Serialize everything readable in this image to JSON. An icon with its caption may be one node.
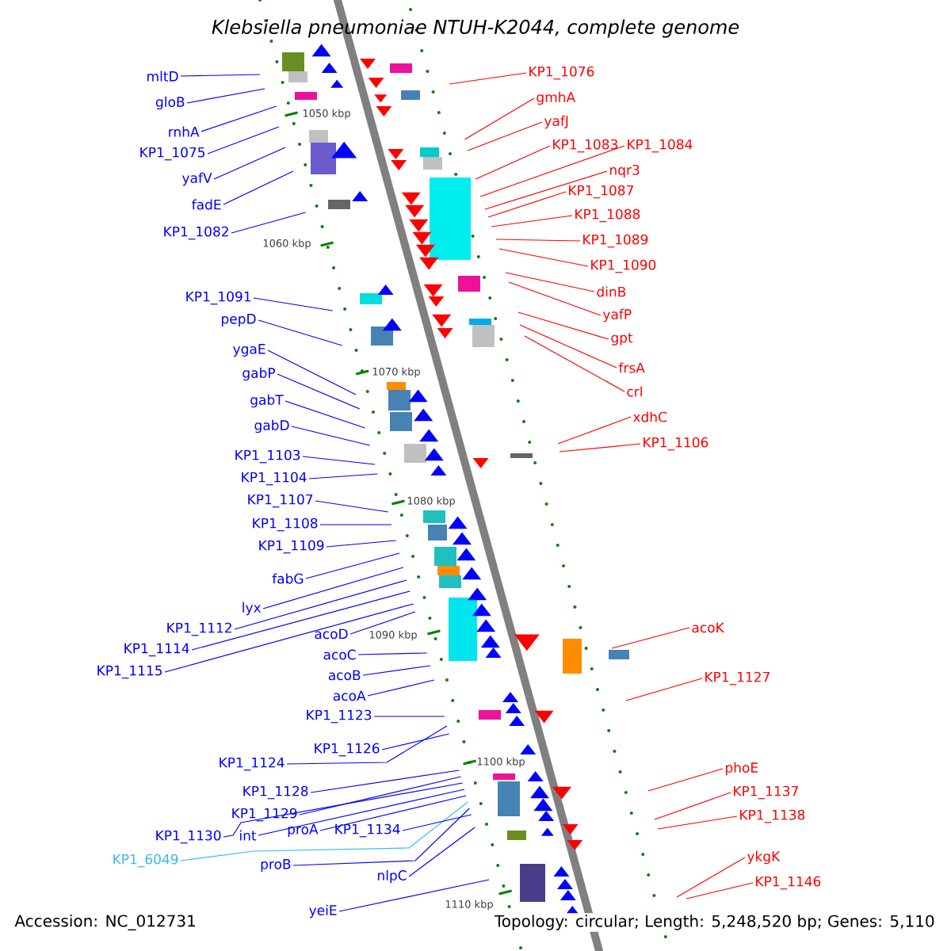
{
  "diagram": {
    "title": "Klebsiella pneumoniae NTUH-K2044, complete genome",
    "nodes": [
      {
        "text": [
          "mltD"
        ]
      },
      {
        "text": [
          "gloB"
        ]
      },
      {
        "text": [
          "rnhA"
        ]
      },
      {
        "text": [
          "KP1_1075"
        ]
      },
      {
        "text": [
          "yafV"
        ]
      },
      {
        "text": [
          "fadE"
        ]
      },
      {
        "text": [
          "KP1_1082"
        ]
      },
      {
        "text": [
          "KP1_1091"
        ]
      },
      {
        "text": [
          "pepD"
        ]
      },
      {
        "text": [
          "ygaE"
        ]
      },
      {
        "text": [
          "gabP"
        ]
      },
      {
        "text": [
          "gabT"
        ]
      },
      {
        "text": [
          "gabD"
        ]
      },
      {
        "text": [
          "KP1_1103"
        ]
      },
      {
        "text": [
          "KP1_1104"
        ]
      },
      {
        "text": [
          "KP1_1107"
        ]
      },
      {
        "text": [
          "KP1_1108"
        ]
      },
      {
        "text": [
          "KP1_1109"
        ]
      },
      {
        "text": [
          "fabG"
        ]
      },
      {
        "text": [
          "lyx"
        ]
      },
      {
        "text": [
          "KP1_1112"
        ]
      },
      {
        "text": [
          "KP1_1114"
        ]
      },
      {
        "text": [
          "KP1_1115"
        ]
      },
      {
        "text": [
          "acoD"
        ]
      },
      {
        "text": [
          "acoC"
        ]
      },
      {
        "text": [
          "acoB"
        ]
      },
      {
        "text": [
          "acoA"
        ]
      },
      {
        "text": [
          "KP1_1123"
        ]
      },
      {
        "text": [
          "KP1_1124"
        ]
      },
      {
        "text": [
          "KP1_1126"
        ]
      },
      {
        "text": [
          "KP1_1128"
        ]
      },
      {
        "text": [
          "KP1_1129"
        ]
      },
      {
        "text": [
          "KP1_1130"
        ]
      },
      {
        "text": [
          "int"
        ]
      },
      {
        "text": [
          "proA"
        ]
      },
      {
        "text": [
          "KP1_6049"
        ]
      },
      {
        "text": [
          "proB"
        ]
      },
      {
        "text": [
          "KP1_1134"
        ]
      },
      {
        "text": [
          "nlpC"
        ]
      },
      {
        "text": [
          "yeiE"
        ]
      },
      {
        "text": [
          "KP1_1076"
        ]
      },
      {
        "text": [
          "gmhA"
        ]
      },
      {
        "text": [
          "yafJ"
        ]
      },
      {
        "text": [
          "KP1_1083"
        ]
      },
      {
        "text": [
          "KP1_1084"
        ]
      },
      {
        "text": [
          "nqr3"
        ]
      },
      {
        "text": [
          "KP1_1087"
        ]
      },
      {
        "text": [
          "KP1_1088"
        ]
      },
      {
        "text": [
          "KP1_1089"
        ]
      },
      {
        "text": [
          "KP1_1090"
        ]
      },
      {
        "text": [
          "dinB"
        ]
      },
      {
        "text": [
          "yafP"
        ]
      },
      {
        "text": [
          "gpt"
        ]
      },
      {
        "text": [
          "frsA"
        ]
      },
      {
        "text": [
          "crl"
        ]
      },
      {
        "text": [
          "xdhC"
        ]
      },
      {
        "text": [
          "KP1_1106"
        ]
      },
      {
        "text": [
          "acoK"
        ]
      },
      {
        "text": [
          "KP1_1127"
        ]
      },
      {
        "text": [
          "phoE"
        ]
      },
      {
        "text": [
          "KP1_1137"
        ]
      },
      {
        "text": [
          "KP1_1138"
        ]
      },
      {
        "text": [
          "ykgK"
        ]
      },
      {
        "text": [
          "KP1_1146"
        ]
      }
    ],
    "edges": [
      {
        "from": 0,
        "to": null,
        "arrow": "none"
      },
      {
        "from": 1,
        "to": null,
        "arrow": "none"
      },
      {
        "from": 2,
        "to": null,
        "arrow": "none"
      },
      {
        "from": 3,
        "to": null,
        "arrow": "none"
      },
      {
        "from": 4,
        "to": null,
        "arrow": "none"
      },
      {
        "from": 5,
        "to": null,
        "arrow": "none"
      },
      {
        "from": 6,
        "to": null,
        "arrow": "none"
      },
      {
        "from": 7,
        "to": null,
        "arrow": "none"
      },
      {
        "from": 8,
        "to": null,
        "arrow": "none"
      },
      {
        "from": 9,
        "to": null,
        "arrow": "none"
      },
      {
        "from": 10,
        "to": null,
        "arrow": "none"
      },
      {
        "from": 11,
        "to": null,
        "arrow": "none"
      },
      {
        "from": 12,
        "to": null,
        "arrow": "none"
      },
      {
        "from": 13,
        "to": null,
        "arrow": "none"
      },
      {
        "from": 14,
        "to": null,
        "arrow": "none"
      },
      {
        "from": 15,
        "to": null,
        "arrow": "none"
      },
      {
        "from": 16,
        "to": null,
        "arrow": "none"
      },
      {
        "from": 17,
        "to": null,
        "arrow": "none"
      },
      {
        "from": 18,
        "to": null,
        "arrow": "none"
      },
      {
        "from": 19,
        "to": null,
        "arrow": "none"
      },
      {
        "from": 20,
        "to": null,
        "arrow": "none"
      },
      {
        "from": 21,
        "to": null,
        "arrow": "none"
      },
      {
        "from": 22,
        "to": null,
        "arrow": "none"
      },
      {
        "from": 23,
        "to": null,
        "arrow": "none"
      },
      {
        "from": 24,
        "to": null,
        "arrow": "none"
      },
      {
        "from": 25,
        "to": null,
        "arrow": "none"
      },
      {
        "from": 26,
        "to": null,
        "arrow": "none"
      },
      {
        "from": 27,
        "to": null,
        "arrow": "none"
      },
      {
        "from": 28,
        "to": null,
        "arrow": "none"
      },
      {
        "from": 29,
        "to": null,
        "arrow": "none"
      },
      {
        "from": 30,
        "to": null,
        "arrow": "none"
      },
      {
        "from": 31,
        "to": null,
        "arrow": "none"
      },
      {
        "from": 32,
        "to": null,
        "arrow": "none"
      },
      {
        "from": 33,
        "to": null,
        "arrow": "none"
      },
      {
        "from": 34,
        "to": null,
        "arrow": "none"
      },
      {
        "from": 35,
        "to": null,
        "arrow": "none",
        "color": "#33bbee"
      },
      {
        "from": 36,
        "to": null,
        "arrow": "none"
      },
      {
        "from": 37,
        "to": null,
        "arrow": "none"
      },
      {
        "from": 38,
        "to": null,
        "arrow": "none"
      },
      {
        "from": 39,
        "to": null,
        "arrow": "none"
      },
      {
        "from": 40,
        "to": null,
        "arrow": "none",
        "color": "#ff0000"
      },
      {
        "from": 41,
        "to": null,
        "arrow": "none",
        "color": "#ff0000"
      },
      {
        "from": 42,
        "to": null,
        "arrow": "none",
        "color": "#ff0000"
      },
      {
        "from": 43,
        "to": null,
        "arrow": "none",
        "color": "#ff0000"
      },
      {
        "from": 44,
        "to": null,
        "arrow": "none",
        "color": "#ff0000"
      },
      {
        "from": 45,
        "to": null,
        "arrow": "none",
        "color": "#ff0000"
      },
      {
        "from": 46,
        "to": null,
        "arrow": "none",
        "color": "#ff0000"
      },
      {
        "from": 47,
        "to": null,
        "arrow": "none",
        "color": "#ff0000"
      },
      {
        "from": 48,
        "to": null,
        "arrow": "none",
        "color": "#ff0000"
      },
      {
        "from": 49,
        "to": null,
        "arrow": "none",
        "color": "#ff0000"
      },
      {
        "from": 50,
        "to": null,
        "arrow": "none",
        "color": "#ff0000"
      },
      {
        "from": 51,
        "to": null,
        "arrow": "none",
        "color": "#ff0000"
      },
      {
        "from": 52,
        "to": null,
        "arrow": "none",
        "color": "#ff0000"
      },
      {
        "from": 53,
        "to": null,
        "arrow": "none",
        "color": "#ff0000"
      },
      {
        "from": 54,
        "to": null,
        "arrow": "none",
        "color": "#ff0000"
      },
      {
        "from": 55,
        "to": null,
        "arrow": "none",
        "color": "#ff0000"
      },
      {
        "from": 56,
        "to": null,
        "arrow": "none",
        "color": "#ff0000"
      },
      {
        "from": 57,
        "to": null,
        "arrow": "none",
        "color": "#ff0000"
      },
      {
        "from": 58,
        "to": null,
        "arrow": "none",
        "color": "#ff0000"
      },
      {
        "from": 59,
        "to": null,
        "arrow": "none",
        "color": "#ff0000"
      },
      {
        "from": 60,
        "to": null,
        "arrow": "none",
        "color": "#ff0000"
      },
      {
        "from": 61,
        "to": null,
        "arrow": "none",
        "color": "#ff0000"
      },
      {
        "from": 62,
        "to": null,
        "arrow": "none",
        "color": "#ff0000"
      },
      {
        "from": 63,
        "to": null,
        "arrow": "none",
        "color": "#ff0000"
      }
    ],
    "labels": [
      "1050 kbp",
      "1060 kbp",
      "1070 kbp",
      "1080 kbp",
      "1090 kbp",
      "1100 kbp",
      "1110 kbp",
      "Accession: NC_012731",
      "Topology: circular; Length: 5,248,520 bp; Genes: 5,110"
    ]
  }
}
